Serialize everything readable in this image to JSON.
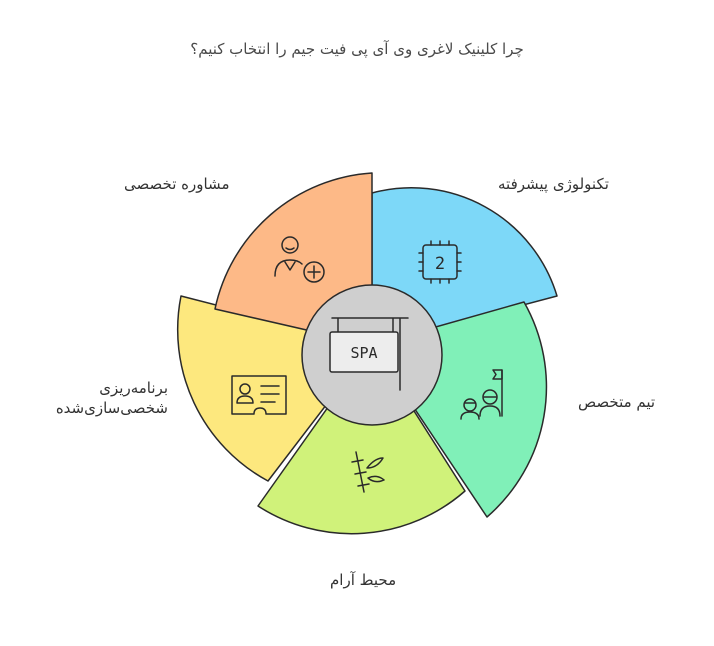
{
  "title": "چرا کلینیک لاغری وی آی پی فیت جیم را انتخاب کنیم؟",
  "center": {
    "sign_text": "SPA",
    "icon": "spa-sign-icon"
  },
  "segments": [
    {
      "label": "تکنولوژی پیشرفته",
      "icon": "chip-icon",
      "icon_text": "2",
      "color": "#7dd8f8"
    },
    {
      "label": "تیم متخصص",
      "icon": "team-flag-icon",
      "color": "#80f0b8"
    },
    {
      "label": "محیط آرام",
      "icon": "bamboo-icon",
      "color": "#d0f27a"
    },
    {
      "label_line1": "برنامه‌ریزی",
      "label_line2": "شخصی‌سازی‌شده",
      "icon": "profile-card-icon",
      "color": "#fde87e"
    },
    {
      "label": "مشاوره تخصصی",
      "icon": "doctor-plus-icon",
      "color": "#fdb987"
    }
  ]
}
